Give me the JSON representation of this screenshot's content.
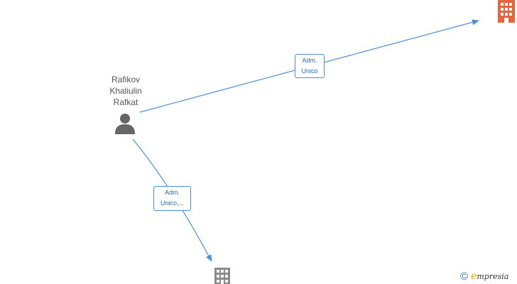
{
  "person": {
    "name_line1": "Rafikov",
    "name_line2": "Khaliulin",
    "name_line3": "Rafkat",
    "icon": "person-icon"
  },
  "edges": [
    {
      "label_line1": "Adm.",
      "label_line2": "Unico"
    },
    {
      "label_line1": "Adm.",
      "label_line2": "Unico,..."
    }
  ],
  "companies": [
    {
      "icon": "building-icon",
      "color": "#e8643c"
    },
    {
      "icon": "building-icon",
      "color": "#8a8a8a"
    }
  ],
  "colors": {
    "edge": "#4a8fd8",
    "person": "#666666"
  },
  "brand": {
    "copyright_symbol": "©",
    "logo_initial": "e",
    "logo_rest": "mpresia"
  }
}
